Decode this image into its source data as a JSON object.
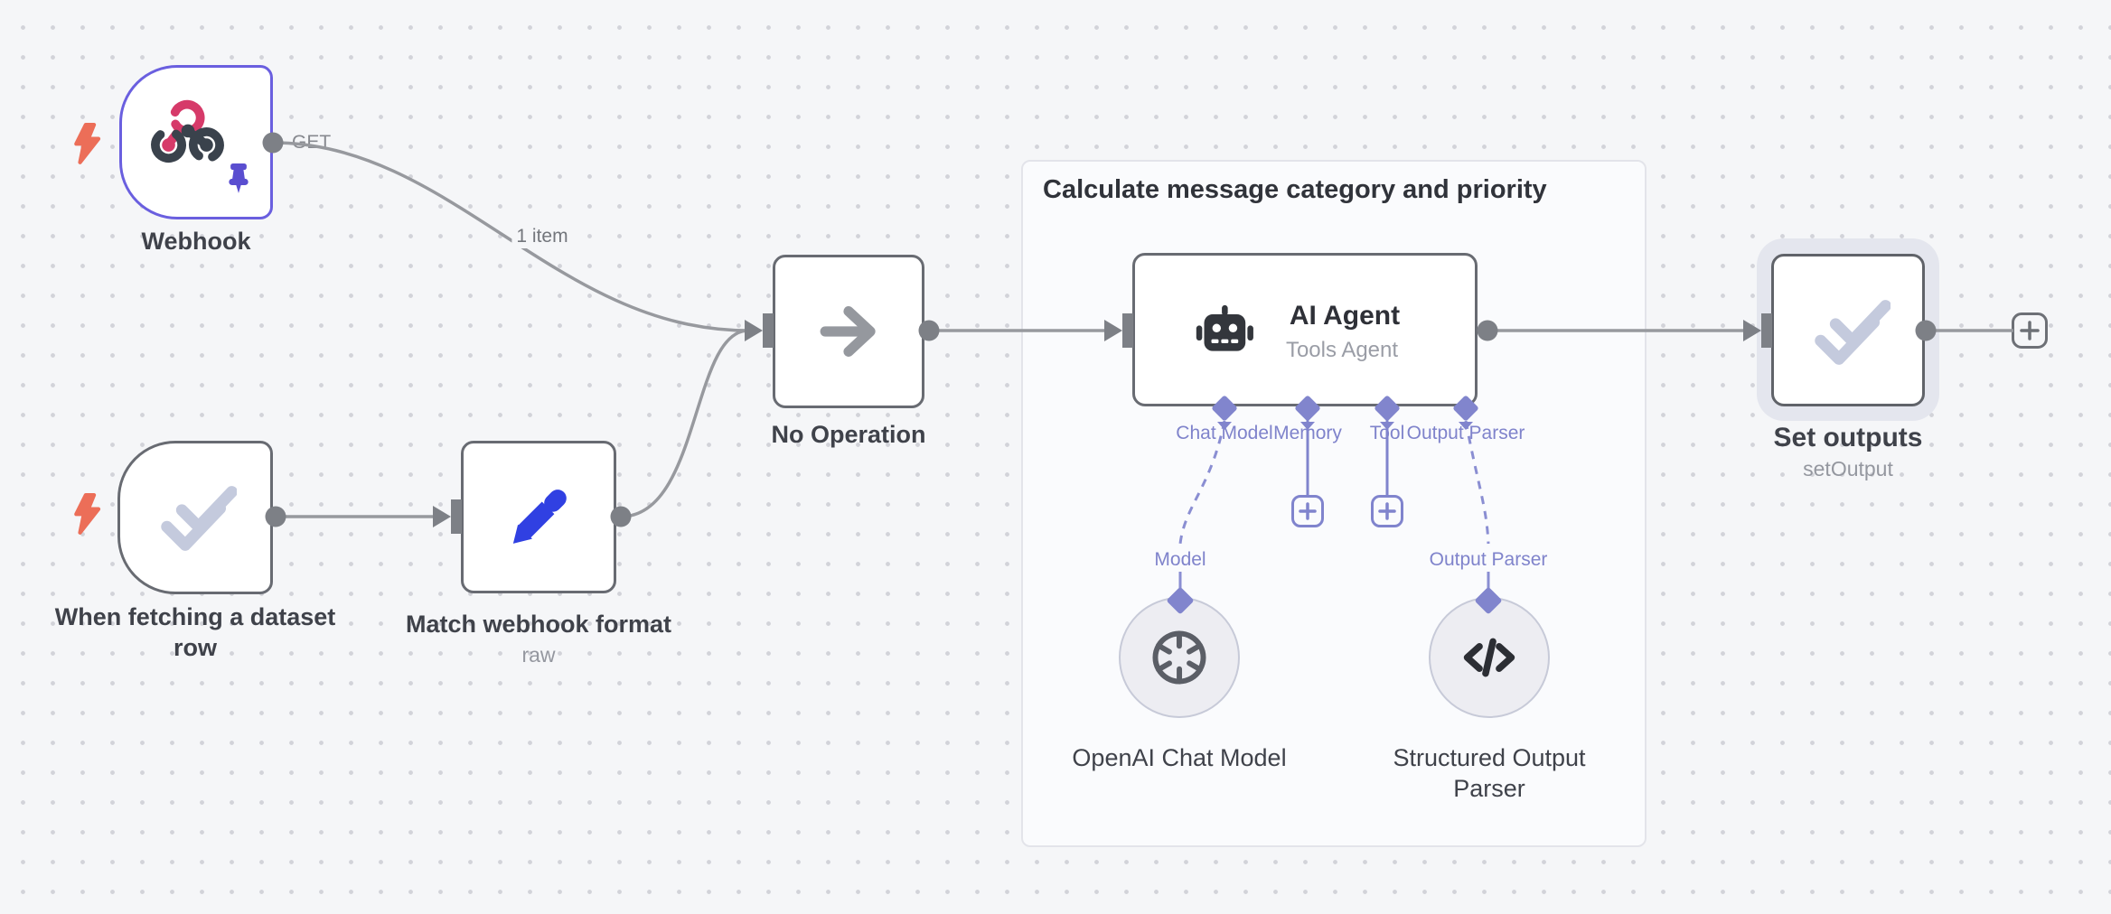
{
  "group": {
    "title": "Calculate message category and priority"
  },
  "edge_labels": {
    "webhook_output": "GET",
    "webhook_items": "1 item"
  },
  "nodes": {
    "webhook": {
      "label": "Webhook"
    },
    "when_fetching": {
      "label": "When fetching a dataset row"
    },
    "match_format": {
      "label": "Match webhook format",
      "subtitle": "raw"
    },
    "no_operation": {
      "label": "No Operation"
    },
    "ai_agent": {
      "title": "AI Agent",
      "subtitle": "Tools Agent",
      "ports": [
        {
          "label": "Chat Model"
        },
        {
          "label": "Memory"
        },
        {
          "label": "Tool"
        },
        {
          "label": "Output Parser"
        }
      ]
    },
    "openai_model": {
      "port_label": "Model",
      "label": "OpenAI Chat Model"
    },
    "structured_parser": {
      "port_label": "Output Parser",
      "label": "Structured Output Parser"
    },
    "set_outputs": {
      "label": "Set outputs",
      "subtitle": "setOutput"
    }
  },
  "colors": {
    "trigger_border": "#6a5fdf",
    "pin": "#5a4ed0",
    "lightning": "#ec6e58",
    "pencil_blue": "#3040e2",
    "webhook_pink": "#d63a69",
    "webhook_dark": "#3a424c",
    "node_border": "#686b72",
    "edge_gray": "#97999e",
    "port_indigo": "#8185cd",
    "check_gray": "#c4cadd"
  }
}
